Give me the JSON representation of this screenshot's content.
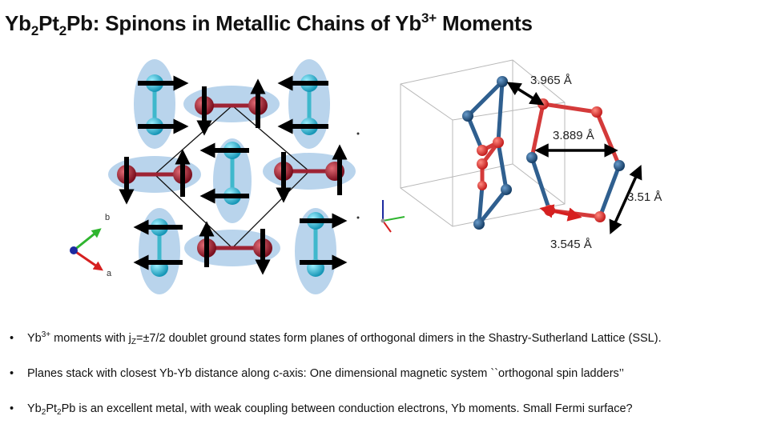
{
  "title": {
    "p1": "Yb",
    "s1": "2",
    "p2": "Pt",
    "s2": "2",
    "p3": "Pb:  Spinons in Metallic Chains of Yb",
    "sup": "3+",
    "p4": " Moments"
  },
  "distances": {
    "d1": "3.965 Å",
    "d2": "3.889 Å",
    "d3": "3.51 Å",
    "d4": "3.545 Å"
  },
  "axes": {
    "b": "b",
    "a": "a"
  },
  "bullets": {
    "b1": {
      "p1": "Yb",
      "sup": "3+",
      "p2": " moments with j",
      "sub": "Z",
      "p3": "=±7/2 doublet ground states form planes of orthogonal dimers in the Shastry-Sutherland Lattice (SSL)."
    },
    "b2": {
      "text": "Planes stack with closest Yb-Yb distance along c-axis:  One dimensional magnetic system ``orthogonal spin ladders’’"
    },
    "b3": {
      "p1": "Yb",
      "s1": "2",
      "p2": "Pt",
      "s2": "2",
      "p3": "Pb is an excellent metal, with weak coupling between conduction electrons, Yb moments.   Small Fermi surface?"
    }
  },
  "colors": {
    "dimer_bg": "#b9d4ec",
    "cyan_atom": "#2bb6d6",
    "red_atom": "#a51c2c",
    "blue_atom": "#2a5d8f",
    "red_bond": "#d43a3a"
  }
}
